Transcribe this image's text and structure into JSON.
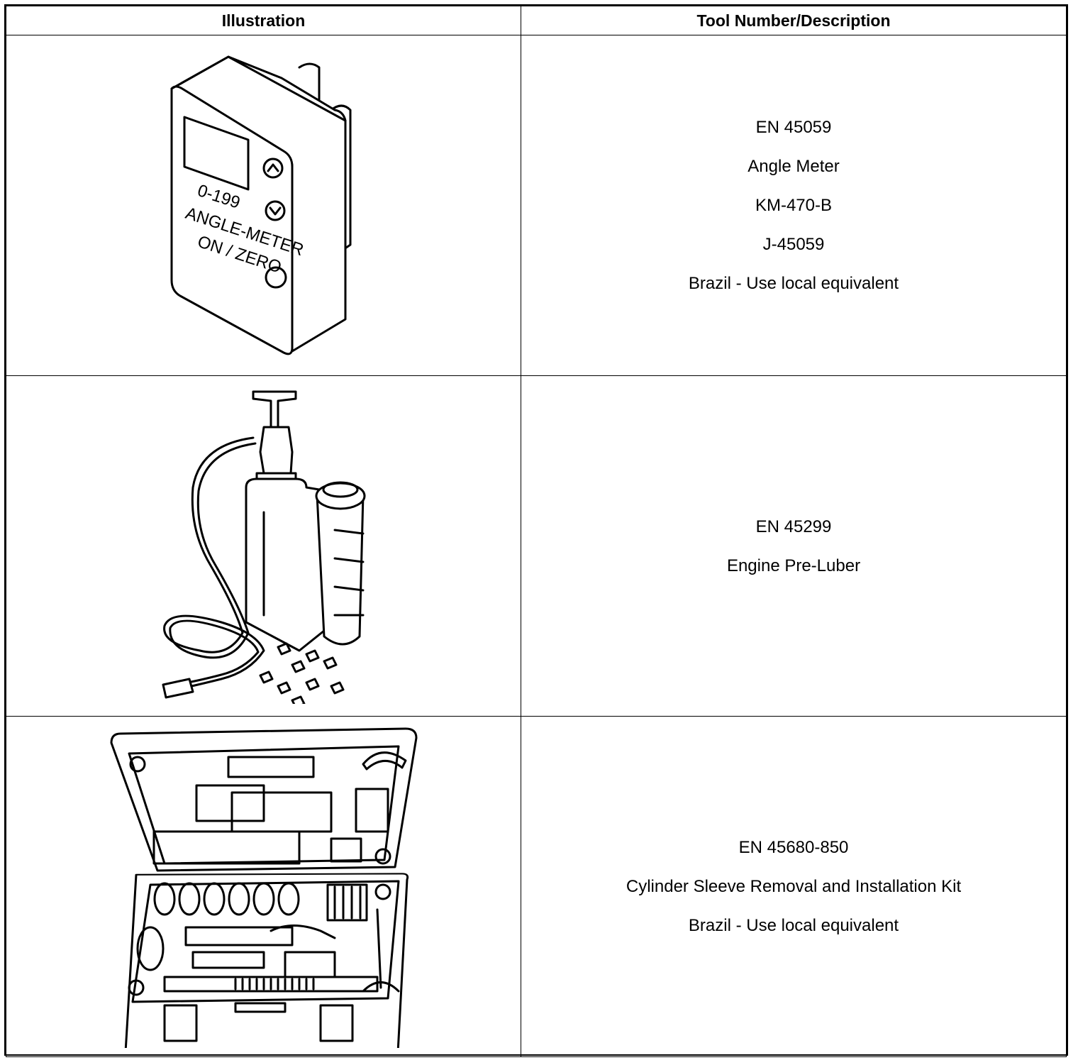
{
  "table": {
    "headers": {
      "illustration": "Illustration",
      "description": "Tool Number/Description"
    },
    "rows": [
      {
        "illustration": {
          "icon": "angle-meter-icon",
          "labels": [
            "0-199",
            "ANGLE-METER",
            "ON / ZERO"
          ]
        },
        "lines": [
          "EN 45059",
          "Angle Meter",
          "KM-470-B",
          "J-45059",
          "Brazil - Use local equivalent"
        ]
      },
      {
        "illustration": {
          "icon": "engine-pre-luber-icon"
        },
        "lines": [
          "EN 45299",
          "Engine Pre-Luber"
        ]
      },
      {
        "illustration": {
          "icon": "tool-kit-case-icon"
        },
        "lines": [
          "EN 45680-850",
          "Cylinder Sleeve Removal and Installation Kit",
          "Brazil - Use local equivalent"
        ]
      }
    ]
  }
}
